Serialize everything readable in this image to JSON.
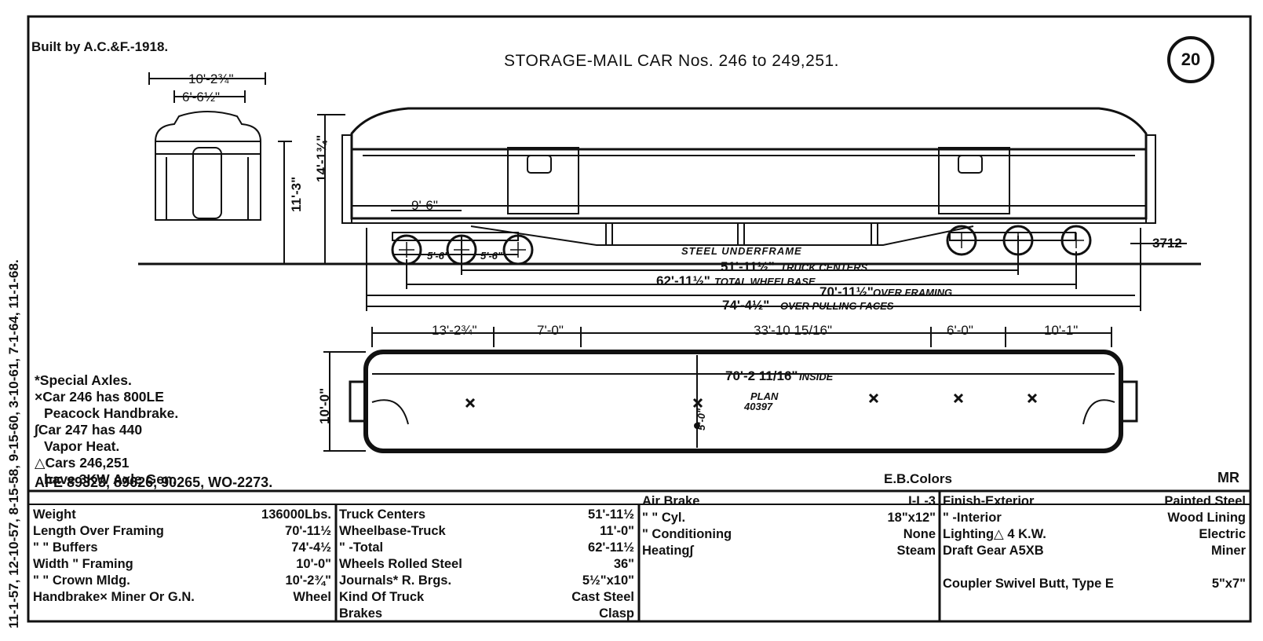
{
  "header": {
    "built_by": "Built by A.C.&F.-1918.",
    "title": "STORAGE-MAIL CAR Nos. 246 to 249,251.",
    "sheet_number": "20"
  },
  "side_revision_dates": "11-1-57, 12-10-57, 8-15-58, 9-15-60, 3-10-61, 7-1-64, 11-1-68.",
  "end_view": {
    "width_over": "10'-2¾\"",
    "width_inner": "6'-6½\""
  },
  "elevation": {
    "height_rail_to_roof": "11'-3\"",
    "height_total": "14'-1¾\"",
    "truck_wheel_spacing_1": "5'-6\"",
    "truck_wheel_spacing_2": "5'-6\"",
    "truck_offset": "9'-6\"",
    "underframe_label": "STEEL UNDERFRAME",
    "car_code": "3712",
    "truck_centers": "51'-11½\"",
    "truck_centers_label": "TRUCK CENTERS",
    "total_wheelbase": "62'-11½\"",
    "total_wheelbase_label": "TOTAL WHEELBASE",
    "over_framing": "70'-11½\"",
    "over_framing_label": "OVER FRAMING",
    "over_pulling_faces": "74'-4½\"",
    "over_pulling_faces_label": "OVER PULLING FACES"
  },
  "plan": {
    "dim_1": "13'-2¾\"",
    "dim_2": "7'-0\"",
    "dim_3": "33'-10 15/16\"",
    "dim_4": "6'-0\"",
    "dim_5": "10'-1\"",
    "inside_length": "70'-2 11/16\"",
    "inside_label": "INSIDE",
    "width": "10'-0\"",
    "plan_label": "PLAN",
    "plan_number": "40397",
    "half_width": "5'-0\""
  },
  "notes": {
    "special_axles": "*Special Axles.",
    "note_1_line_1": "×Car 246 has 800LE",
    "note_1_line_2": "Peacock Handbrake.",
    "note_2_line_1": "∫Car 247 has 440",
    "note_2_line_2": "Vapor Heat.",
    "note_3_line_1": "△Cars 246,251",
    "note_3_line_2": "have 3KW Axle Gen.",
    "afe": "AFE 89323, 89626, 90265, WO-2273."
  },
  "colors_label": "E.B.Colors",
  "owner_mark": "MR",
  "table": {
    "col1": [
      {
        "key": "Weight",
        "value": "136000Lbs."
      },
      {
        "key": "Length Over Framing",
        "value": "70'-11½"
      },
      {
        "key": "\"       \" Buffers",
        "value": "74'-4½"
      },
      {
        "key": "Width    \" Framing",
        "value": "10'-0\""
      },
      {
        "key": "\"       \" Crown Mldg.",
        "value": "10'-2¾\""
      },
      {
        "key": "Handbrake×  Miner Or G.N.",
        "value": "Wheel"
      }
    ],
    "col2": [
      {
        "key": "Truck Centers",
        "value": "51'-11½"
      },
      {
        "key": "Wheelbase-Truck",
        "value": "11'-0\""
      },
      {
        "key": "\"        -Total",
        "value": "62'-11½"
      },
      {
        "key": "Wheels    Rolled Steel",
        "value": "36\""
      },
      {
        "key": "Journals*    R. Brgs.",
        "value": "5½\"x10\""
      },
      {
        "key": "Kind Of Truck",
        "value": "Cast Steel"
      },
      {
        "key": "Brakes",
        "value": "Clasp"
      }
    ],
    "col3": [
      {
        "key": "Air Brake",
        "value": "I-L-3"
      },
      {
        "key": "\"    \"   Cyl.",
        "value": "18\"x12\""
      },
      {
        "key": "\"  Conditioning",
        "value": "None"
      },
      {
        "key": "Heating∫",
        "value": "Steam"
      }
    ],
    "col4": [
      {
        "key": "Finish-Exterior",
        "value": "Painted Steel"
      },
      {
        "key": "\"   -Interior",
        "value": "Wood Lining"
      },
      {
        "key": "Lighting△     4 K.W.",
        "value": "Electric"
      },
      {
        "key": "Draft Gear     A5XB",
        "value": "Miner"
      },
      {
        "key": "",
        "value": ""
      },
      {
        "key": "Coupler   Swivel Butt, Type E",
        "value": "5\"x7\""
      }
    ]
  }
}
